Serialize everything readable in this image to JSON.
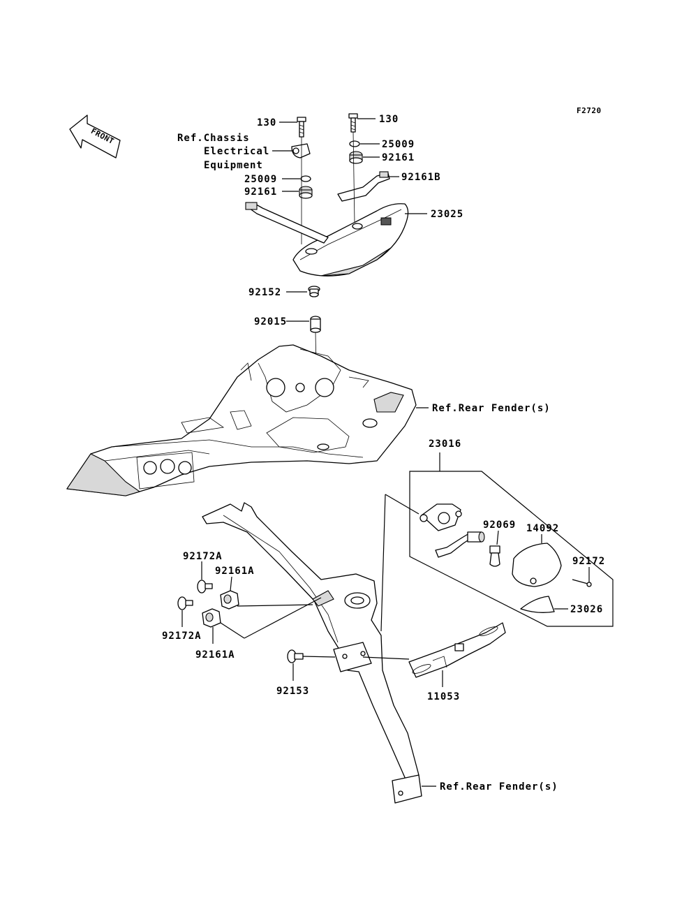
{
  "figure_id": "F2720",
  "front_label": "FRONT",
  "refs": {
    "chassis_line1": "Ref.Chassis",
    "chassis_line2": "Electrical",
    "chassis_line3": "Equipment",
    "rear_fender_upper": "Ref.Rear Fender(s)",
    "rear_fender_lower": "Ref.Rear Fender(s)"
  },
  "parts": {
    "bolt_left": "130",
    "bolt_right": "130",
    "washer_right": "25009",
    "grommet_right": "92161",
    "bracket_b": "92161B",
    "tail_lamp": "23025",
    "washer_left": "25009",
    "grommet_left": "92161",
    "collar_92152": "92152",
    "collar_92015": "92015",
    "license_lamp_assy": "23016",
    "bulb": "92069",
    "lens_cover": "14092",
    "screw_92172": "92172",
    "reflector": "23026",
    "bolt_92172a_top": "92172A",
    "grommet_92161a_top": "92161A",
    "bolt_92172a_bottom": "92172A",
    "grommet_92161a_bottom": "92161A",
    "bolt_92153": "92153",
    "plate_bracket": "11053"
  }
}
